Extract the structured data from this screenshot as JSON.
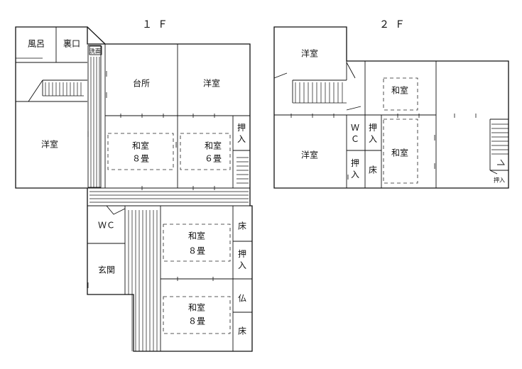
{
  "floors": {
    "first": "１Ｆ",
    "second": "２Ｆ"
  },
  "first_floor_rooms": {
    "bath": "風呂",
    "back_door": "裏口",
    "laundry": "洗面",
    "kitchen": "台所",
    "western_ne": "洋室",
    "western_w": "洋室",
    "japanese_8_a": "和室",
    "japanese_8_a_size": "８畳",
    "japanese_6": "和室",
    "japanese_6_size": "６畳",
    "closet_a": "押\n入",
    "wc": "ＷＣ",
    "entrance": "玄関",
    "japanese_8_b": "和室",
    "japanese_8_b_size": "８畳",
    "japanese_8_c": "和室",
    "japanese_8_c_size": "８畳",
    "alcove_a": "床",
    "closet_b": "押\n入",
    "altar": "仏",
    "alcove_b": "床"
  },
  "second_floor_rooms": {
    "western_n": "洋室",
    "western_sw": "洋室",
    "japanese_n": "和室",
    "japanese_s": "和室",
    "wc": "Ｗ\nＣ",
    "closet_a": "押\n入",
    "closet_b": "押\n入",
    "alcove": "床",
    "closet_c": "押入"
  }
}
